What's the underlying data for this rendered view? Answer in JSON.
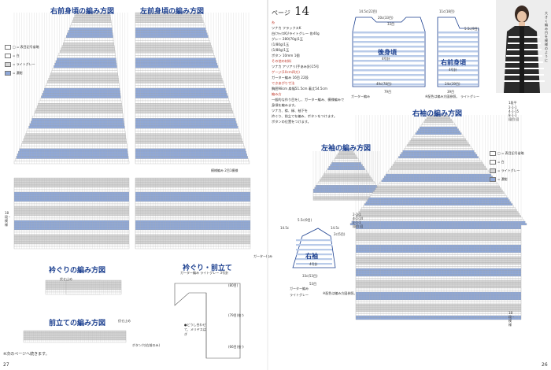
{
  "page_left": {
    "titles": {
      "right_front": "右前身頃の編み方図",
      "left_front": "左前身頃の編み方図",
      "neckband": "衿ぐりの編み方図",
      "front_band": "前立ての編み方図",
      "neck_front_band": "衿ぐり・前立て"
    },
    "legend": [
      {
        "label": "□ = 表目記号省略",
        "color": "#ffffff"
      },
      {
        "label": "= 白",
        "color": "#ffffff"
      },
      {
        "label": "= ライトグレー",
        "color": "#d6d6d6"
      },
      {
        "label": "= 濃紺",
        "color": "#8fa8d8"
      }
    ],
    "notes": {
      "garter": "ガーター編み",
      "rib_front": "模様編み 2目1模様",
      "garter_side": "ガーター編み",
      "bind_off": "伏せ止め",
      "button_hole": "ボタン穴(右前のみ)",
      "see_page": "※次のページへ続きます。",
      "page_number": "27",
      "neck_band_hdr": "ガーター編み ライトグレー 3号針",
      "pickup": "(79目)拾う",
      "pickup2": "(66目)拾う",
      "eyelet": "(80目)",
      "sew": "●どうし合わせて、メリヤスはぎ",
      "button_label": "ボタンつけ位置"
    },
    "left_marks": [
      "18段・模様",
      "18段・模様"
    ],
    "colors": {
      "white": "#ffffff",
      "grey": "#d6d6d6",
      "navy": "#8fa8d8",
      "accent": "#1b3f8f"
    }
  },
  "page_right": {
    "header": "ページ",
    "header_num": "14",
    "materials": [
      "糸",
      "ツナカ フラックスK",
      "白(ﾌﾗｯｸｽK)/ライトグレー 各40g",
      "グレー 280(70g)1玉",
      "(1/80g)1玉",
      "(1/80g)1玉",
      "",
      "ボタン 10mm 1個",
      "",
      "その他の材料",
      "ガーター編み",
      "ツナカ アリアリ(手あみ針)15号",
      "ゲージ(10cm四方)",
      "ガーター編み 16目 22段",
      "できあがり寸法",
      "胸囲98cm 肩幅51.5cm 着丈54.5cm",
      "",
      "編み方",
      "一般的な作り目をし、ガーター編み、模様編みで",
      "身頃を編みます。",
      "ツナカ、襟、縁、袖下を",
      "",
      "",
      "衿ぐり、前立てを編み、ボタンをつけます。",
      "ボタンの位置をつけます。"
    ],
    "titles": {
      "back": "後身頃",
      "right_front": "右前身頃",
      "left_sleeve": "左袖の編み方図",
      "right_sleeve": "右袖の編み方図",
      "sleeve": "右袖"
    },
    "schematic_labels": {
      "back_top": "33目",
      "back_shoulder": "14.5c(22目)",
      "back_neck": "20c(33目)",
      "back_pattern": "4号針",
      "back_hem": "49c(78目)",
      "back_hem2": "79目",
      "back_garter": "ガーター編み",
      "front_shoulder": "11c(18目)",
      "front_neck": "5.5c(9目)",
      "front_pattern": "4号針",
      "front_hem": "24c(39目)",
      "front_hem2": "39目",
      "sleeve_top": "5.5c(9目)",
      "sleeve_w": "14.5c",
      "sleeve_w2": "14.5c",
      "sleeve_cap": "2c(5目)",
      "sleeve_pattern": "4号針",
      "sleeve_hem": "33c(53目)",
      "sleeve_hem2": "53目",
      "sleeve_garter": "ガーター編み",
      "grey": "ライトグレー",
      "note_sleeve": "※配色は編み方図参照。",
      "note_back": "※配色は編み方図参照。",
      "garter_side": "ガーター編み",
      "color_note": "ライトグレー"
    },
    "dec_table": [
      "1段平",
      "2-1-1",
      "4-1-14",
      "2-1-1",
      "段目 回"
    ],
    "dec_table2": [
      "2-1-1",
      "4-1-15",
      "8-1-1",
      "段目 回"
    ],
    "legend": [
      {
        "label": "□ = 表目記号省略",
        "color": "#ffffff"
      },
      {
        "label": "= 白",
        "color": "#ffffff"
      },
      {
        "label": "= ライトグレー",
        "color": "#d6d6d6"
      },
      {
        "label": "= 濃紺",
        "color": "#8fa8d8"
      }
    ],
    "page_number": "26",
    "right_side_text": "18段・模様",
    "side_vertical": "大きく編み目を模様のように"
  }
}
